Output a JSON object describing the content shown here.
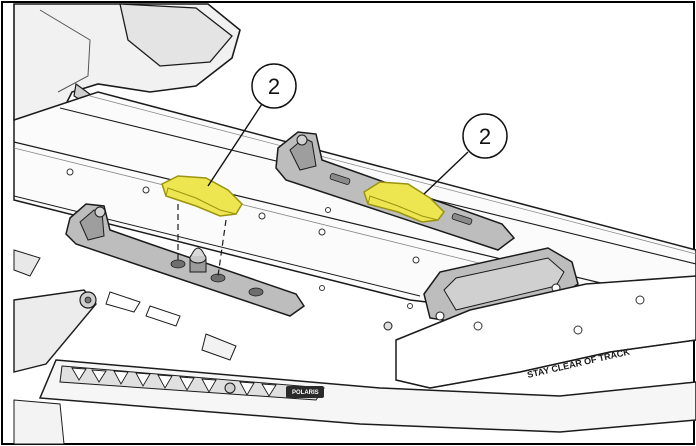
{
  "callouts": [
    {
      "label": "2"
    },
    {
      "label": "2"
    }
  ],
  "decal": {
    "text": "STAY CLEAR OF TRACK"
  },
  "brand": {
    "text": "POLARIS"
  },
  "colors": {
    "highlight": "#eee650",
    "highlight_edge": "#9a9410",
    "part_gray": "#b9b9b9",
    "part_light": "#e6e6e6",
    "outline": "#1b1b1b"
  }
}
